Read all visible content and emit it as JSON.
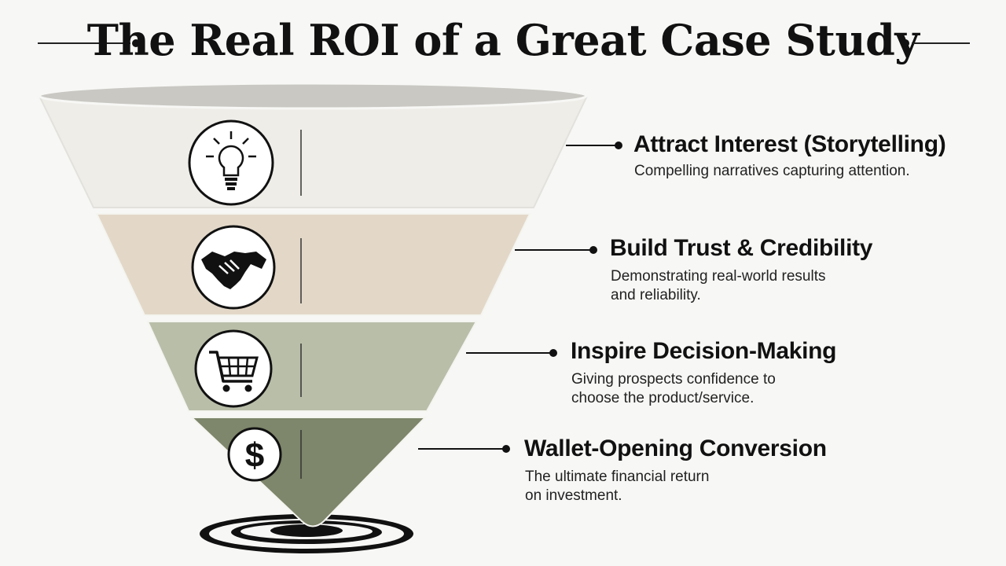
{
  "title": "The Real ROI of a Great Case Study",
  "colors": {
    "stage1": "#efede8",
    "stage2": "#e3d8c8",
    "stage3": "#b9bea9",
    "stage4": "#7e866b",
    "rim": "#c9c8c3",
    "ink": "#111111"
  },
  "stages": [
    {
      "heading": "Attract Interest (Storytelling)",
      "description": "Compelling narratives capturing attention.",
      "icon": "lightbulb-icon"
    },
    {
      "heading": "Build Trust & Credibility",
      "description": "Demonstrating real-world results\nand reliability.",
      "icon": "handshake-icon"
    },
    {
      "heading": "Inspire Decision-Making",
      "description": "Giving prospects confidence to\nchoose the product/service.",
      "icon": "shopping-cart-icon"
    },
    {
      "heading": "Wallet-Opening Conversion",
      "description": "The ultimate financial return\non investment.",
      "icon": "dollar-icon",
      "icon_glyph": "$"
    }
  ],
  "target_icon": "target-icon"
}
